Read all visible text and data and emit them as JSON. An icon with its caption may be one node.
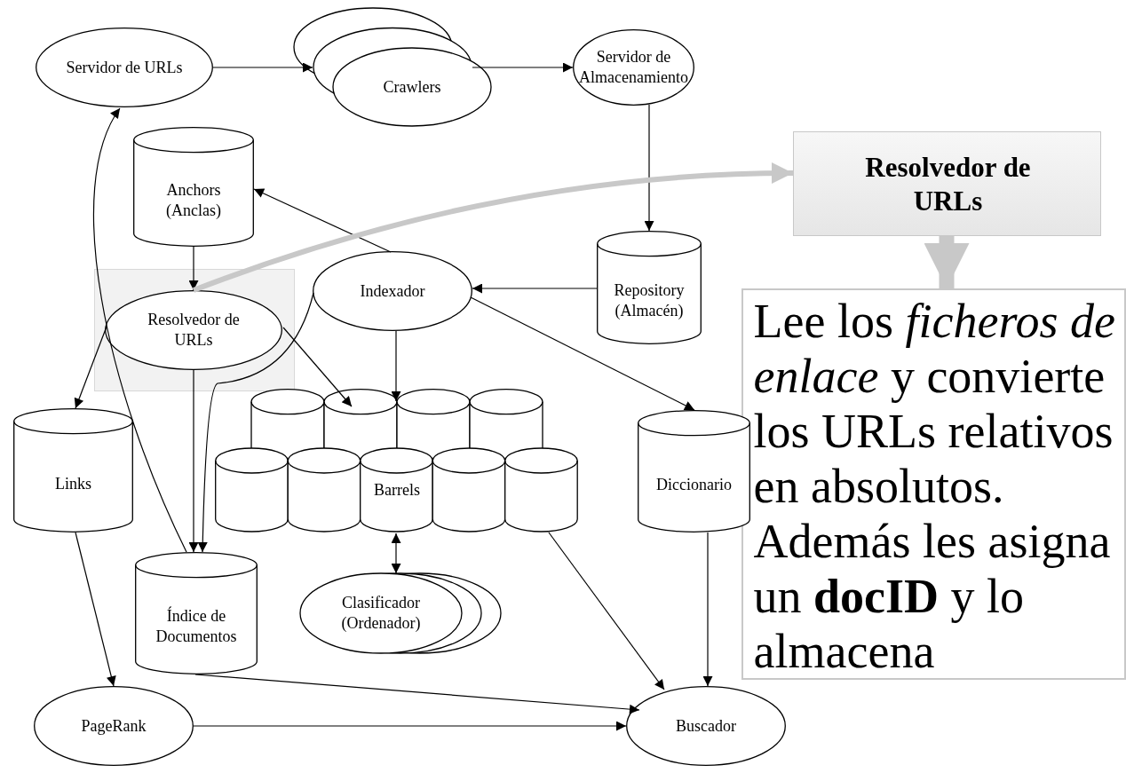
{
  "diagram": {
    "nodes": [
      {
        "text": [
          "Servidor de URLs"
        ]
      },
      {
        "text": [
          "Crawlers"
        ]
      },
      {
        "text": [
          "Servidor de Almacenamiento"
        ]
      },
      {
        "text": [
          "Anchors (Anclas)"
        ]
      },
      {
        "text": [
          "Resolvedor de URLs"
        ]
      },
      {
        "text": [
          "Indexador"
        ]
      },
      {
        "text": [
          "Repository (Almacén)"
        ]
      },
      {
        "text": [
          "Resolvedor de URLs"
        ]
      },
      {
        "text": [
          "Lee los *ficheros de enlace* y convierte los URLs relativos en absolutos. Además les asigna un **docID** y lo almacena"
        ]
      },
      {
        "text": [
          "Links"
        ]
      },
      {
        "text": [
          "Barrels"
        ]
      },
      {
        "text": [
          "Diccionario"
        ]
      },
      {
        "text": [
          "Índice de Documentos"
        ]
      },
      {
        "text": [
          "Clasificador (Ordenador)"
        ]
      },
      {
        "text": [
          "PageRank"
        ]
      },
      {
        "text": [
          "Buscador"
        ]
      }
    ],
    "edges": [
      {
        "from": 0,
        "to": 1,
        "arrow": "to"
      },
      {
        "from": 1,
        "to": 2,
        "arrow": "to"
      },
      {
        "from": 2,
        "to": 6,
        "arrow": "to"
      },
      {
        "from": 6,
        "to": 5,
        "arrow": "to"
      },
      {
        "from": 5,
        "to": 3,
        "arrow": "to"
      },
      {
        "from": 3,
        "to": 7,
        "arrow": "to"
      },
      {
        "from": 5,
        "to": 11,
        "arrow": "to"
      },
      {
        "from": 5,
        "to": 10,
        "arrow": "to"
      },
      {
        "from": 5,
        "to": 12,
        "arrow": "to"
      },
      {
        "from": 7,
        "to": 9,
        "arrow": "to"
      },
      {
        "from": 7,
        "to": 10,
        "arrow": "to"
      },
      {
        "from": 7,
        "to": 12,
        "arrow": "to"
      },
      {
        "from": 12,
        "to": 0,
        "arrow": "to"
      },
      {
        "from": 10,
        "to": 13,
        "arrow": "both"
      },
      {
        "from": 9,
        "to": 14,
        "arrow": "to"
      },
      {
        "from": 14,
        "to": 15,
        "arrow": "to"
      },
      {
        "from": 12,
        "to": 15,
        "arrow": "to"
      },
      {
        "from": 10,
        "to": 15,
        "arrow": "to"
      },
      {
        "from": 11,
        "to": 15,
        "arrow": "to"
      },
      {
        "from": 7,
        "to": 4,
        "arrow": "to",
        "style": "thick",
        "color": "#c8c8c8"
      },
      {
        "from": 4,
        "to": 8,
        "arrow": "to",
        "style": "thick",
        "color": "#c8c8c8"
      }
    ]
  }
}
